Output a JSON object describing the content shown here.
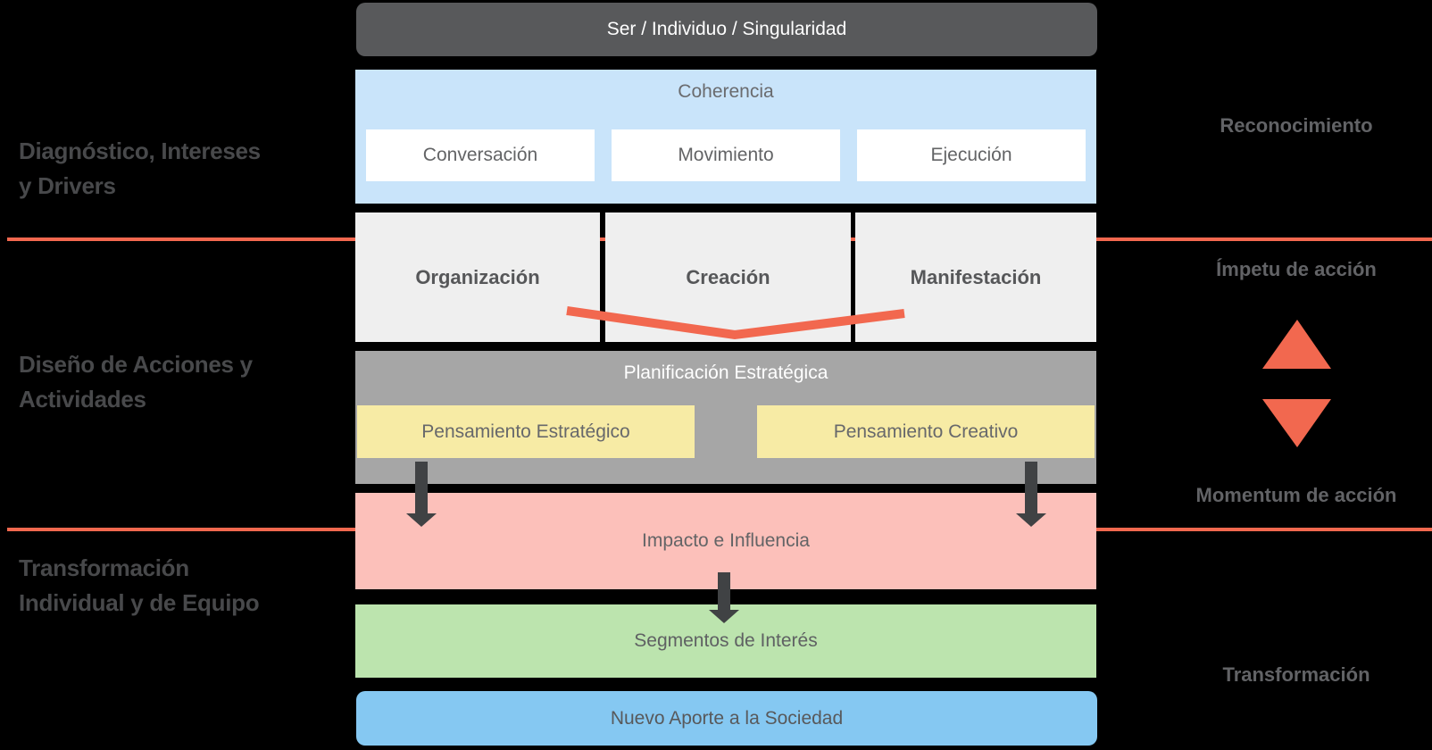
{
  "colors": {
    "background": "#000000",
    "accent_red": "#f2684f",
    "dark_header_box": "#58595b",
    "light_blue_box": "#c9e4fa",
    "white_box": "#ffffff",
    "light_gray_box": "#efefef",
    "medium_gray_box": "#a6a6a6",
    "yellow_box": "#f7eba5",
    "pink_box": "#fcc0ba",
    "green_box": "#bce4ae",
    "blue_box": "#85c8f2",
    "dark_arrow": "#404244",
    "left_label_text": "#48494b",
    "right_label_text": "#626366"
  },
  "stages": {
    "ser": {
      "label": "Ser / Individuo / Singularidad"
    },
    "coherencia": {
      "label": "Coherencia",
      "items": [
        {
          "label": "Conversación"
        },
        {
          "label": "Movimiento"
        },
        {
          "label": "Ejecución"
        }
      ]
    },
    "pillars": [
      {
        "label": "Organización"
      },
      {
        "label": "Creación"
      },
      {
        "label": "Manifestación"
      }
    ],
    "planificacion": {
      "label": "Planificación Estratégica",
      "items": [
        {
          "label": "Pensamiento Estratégico"
        },
        {
          "label": "Pensamiento Creativo"
        }
      ]
    },
    "impacto": {
      "label": "Impacto e Influencia"
    },
    "segmentos": {
      "label": "Segmentos de Interés"
    },
    "aporte": {
      "label": "Nuevo Aporte a la Sociedad"
    }
  },
  "left_labels": [
    {
      "line1": "Diagnóstico, Intereses",
      "line2": "y Drivers"
    },
    {
      "line1": "Diseño de Acciones y",
      "line2": "Actividades"
    },
    {
      "line1": "Transformación",
      "line2": "Individual y de Equipo"
    }
  ],
  "right_labels": [
    {
      "label": "Reconocimiento"
    },
    {
      "label": "Ímpetu de acción"
    },
    {
      "label": "Momentum de acción"
    },
    {
      "label": "Transformación"
    }
  ]
}
